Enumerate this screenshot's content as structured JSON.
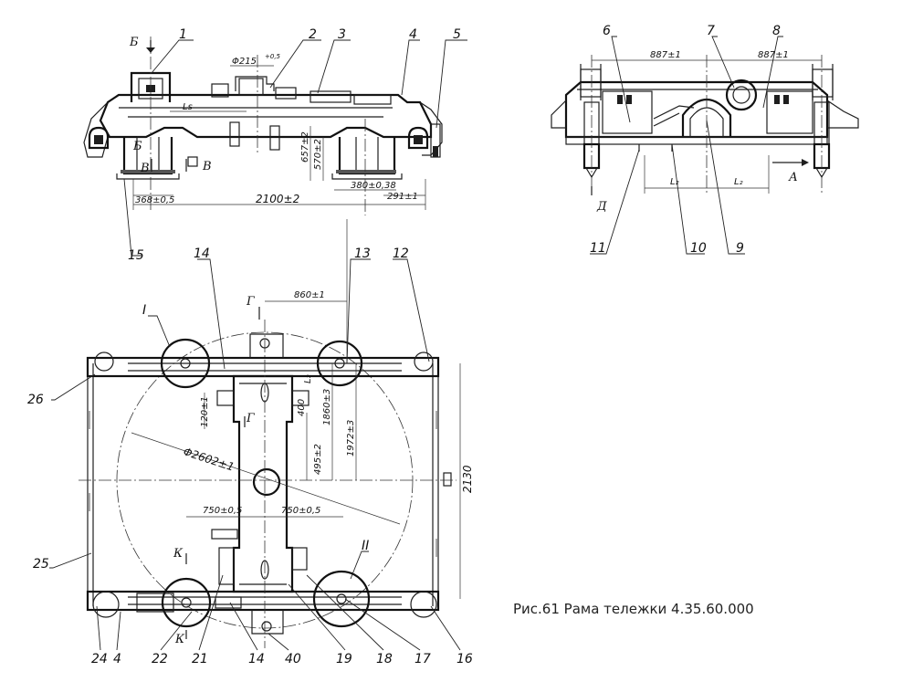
{
  "caption": "Рис.61 Рама тележки 4.35.60.000",
  "callouts": {
    "c1": "1",
    "c2": "2",
    "c3": "3",
    "c4": "4",
    "c5": "5",
    "c6": "6",
    "c7": "7",
    "c8": "8",
    "c9": "9",
    "c10": "10",
    "c11": "11",
    "c12": "12",
    "c13": "13",
    "c14a": "14",
    "c14b": "14",
    "c15": "15",
    "c16": "16",
    "c17": "17",
    "c18": "18",
    "c19": "19",
    "c21": "21",
    "c22": "22",
    "c24": "24",
    "c25": "25",
    "c26": "26",
    "c40": "40",
    "c4b": "4",
    "cI": "I",
    "cII": "II"
  },
  "section_marks": {
    "b_top": "Б",
    "b_mid": "Б",
    "v_left": "В",
    "v_right": "В",
    "g_top": "Г",
    "g_mid": "Г",
    "k_top": "К",
    "k_bot": "К",
    "a_view": "А",
    "d_view": "Д"
  },
  "dimensions": {
    "phi215": "Φ215",
    "phi215_tol": "+0,5",
    "ls": "Ls",
    "d657": "657±2",
    "d570": "570±2",
    "d368": "368±0,5",
    "d2100": "2100±2",
    "d380": "380±0,38",
    "d291": "291±1",
    "d887a": "887±1",
    "d887b": "887±1",
    "l2a": "L₂",
    "l2b": "L₂",
    "d860": "860±1",
    "d120": "120±1",
    "d400": "400",
    "l2c": "L₂",
    "d1860": "1860±3",
    "d1972": "1972±3",
    "d495": "495±2",
    "d2130": "2130",
    "phi2602": "Φ2602±1",
    "d750a": "750±0,5",
    "d750b": "750±0,5"
  }
}
